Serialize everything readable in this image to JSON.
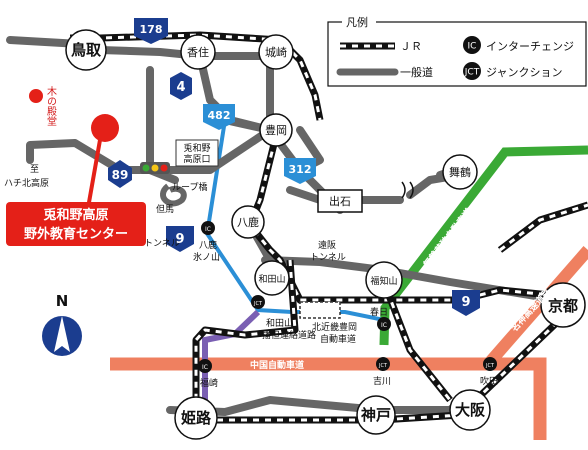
{
  "legend": {
    "title": "凡例",
    "jr": "ＪＲ",
    "road": "一般道",
    "ic": "インターチェンジ",
    "jct": "ジャンクション"
  },
  "cities": {
    "tottori": "鳥取",
    "kouzumi": "香住",
    "kinosaki": "城崎",
    "toyooka": "豊岡",
    "maizuru": "舞鶴",
    "izushi": "出石",
    "yoka": "八鹿",
    "wadayama": "和田山",
    "fukuchiyama": "福知山",
    "kyoto": "京都",
    "himeji": "姫路",
    "kobe": "神戸",
    "osaka": "大阪"
  },
  "places": {
    "kinodensou": "木の殿堂",
    "to": "至",
    "hachikita": "ハチ北高原",
    "center_line1": "兎和野高原",
    "center_line2": "野外教育センター",
    "tunnel_tajima_a": "但馬",
    "tunnel_tajima_b": "トンネル",
    "loop_bridge": "ループ橋",
    "towano_l1": "兎和野",
    "towano_l2": "高原口",
    "yoka_ic": "八鹿",
    "hyonosen": "氷ノ山",
    "toosaka_l1": "遠阪",
    "toosaka_l2": "トンネル",
    "wadayama_ic": "和田山",
    "bantan_l1": "播但連絡道路",
    "kitakinki_l1": "北近畿豊岡",
    "kitakinki_l2": "自動車道",
    "kasuga": "春日",
    "fukusaki": "福崎",
    "yokawa": "吉川",
    "suita": "吹田",
    "chugoku_exp": "中国自動車道",
    "maizuru_exp": "舞鶴若狭自動車道",
    "meishin_exp": "名神高速道路",
    "compass_n": "N"
  },
  "routes": {
    "r178": "178",
    "r4": "4",
    "r482": "482",
    "r312": "312",
    "r89": "89",
    "r9a": "9",
    "r9b": "9"
  },
  "icon_labels": {
    "ic": "IC",
    "jct": "JCT"
  },
  "colors": {
    "red": "#e42018",
    "blue_road": "#2b8fd6",
    "green_exp": "#3aa935",
    "orange_exp": "#ef8060",
    "purple_exp": "#7a5fb3",
    "navy": "#1b3d8f",
    "gray_road": "#666666"
  }
}
